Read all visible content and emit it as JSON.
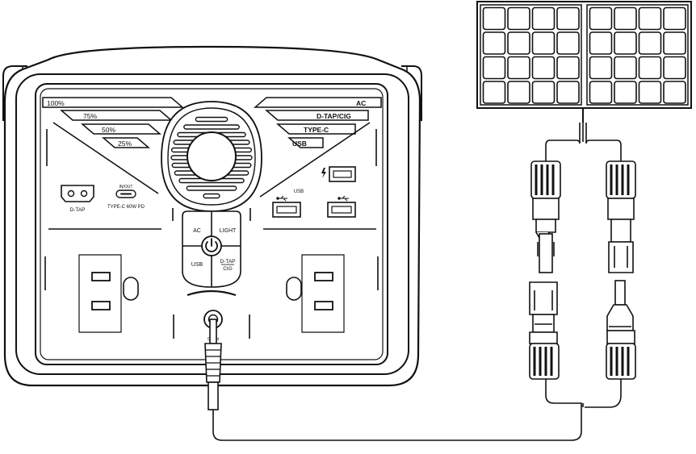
{
  "colors": {
    "line": "#111111",
    "panel_bg": "#ffffff",
    "fill_dark": "#1a1a1a"
  },
  "battery_levels": [
    "100%",
    "75%",
    "50%",
    "25%"
  ],
  "output_labels": {
    "ac": "AC",
    "dtap_cig": "D-TAP/CIG",
    "type_c": "TYPE-C",
    "usb": "USB"
  },
  "ports": {
    "dtap": "D-TAP",
    "typec_inout": "IN/OUT",
    "typec": "TYPE-C 60W PD",
    "usb_group": "USB",
    "dc_in": "DC IN"
  },
  "buttons": {
    "ac": "AC",
    "light": "LIGHT",
    "usb": "USB",
    "dtap": "D-TAP",
    "cig": "CIG"
  }
}
